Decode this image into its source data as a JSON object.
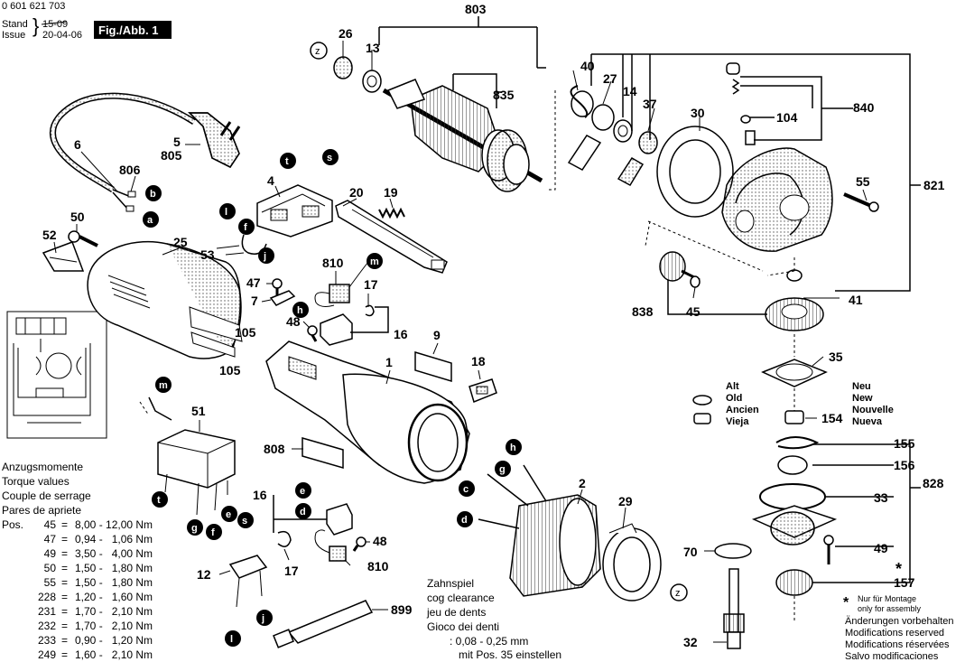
{
  "header": {
    "doc_number": "0 601 621 703",
    "stand_label": "Stand",
    "stand_date": "15-09",
    "issue_label": "Issue",
    "issue_date": "20-04-06",
    "figure_label": "Fig./Abb. 1"
  },
  "callouts": {
    "c803": "803",
    "c26": "26",
    "c13": "13",
    "c835": "835",
    "c40": "40",
    "c27": "27",
    "c14": "14",
    "c37": "37",
    "c30": "30",
    "c840": "840",
    "c104": "104",
    "c821": "821",
    "c55": "55",
    "c41": "41",
    "c838": "838",
    "c45": "45",
    "c35": "35",
    "c154": "154",
    "c155": "155",
    "c156": "156",
    "c828": "828",
    "c33": "33",
    "c49": "49",
    "c157": "157",
    "c70": "70",
    "c32": "32",
    "c6": "6",
    "c5": "5",
    "c805": "805",
    "c806": "806",
    "c50": "50",
    "c52": "52",
    "c25": "25",
    "c105a": "105",
    "c105b": "105",
    "c4": "4",
    "c20": "20",
    "c19": "19",
    "c53": "53",
    "c47": "47",
    "c7": "7",
    "c810a": "810",
    "c17a": "17",
    "c48a": "48",
    "c16a": "16",
    "c9": "9",
    "c1": "1",
    "c18": "18",
    "c51": "51",
    "c808": "808",
    "c16b": "16",
    "c17b": "17",
    "c48b": "48",
    "c810b": "810",
    "c12": "12",
    "c2": "2",
    "c29": "29",
    "c899": "899"
  },
  "letters": [
    "z",
    "b",
    "a",
    "t",
    "s",
    "l",
    "f",
    "j",
    "m",
    "h",
    "m",
    "e",
    "d",
    "t",
    "g",
    "f",
    "e",
    "s",
    "h",
    "g",
    "c",
    "d",
    "z",
    "j",
    "l"
  ],
  "legend_old_new": {
    "old": [
      "Alt",
      "Old",
      "Ancien",
      "Vieja"
    ],
    "new": [
      "Neu",
      "New",
      "Nouvelle",
      "Nueva"
    ]
  },
  "torque": {
    "title": [
      "Anzugsmomente",
      "Torque values",
      "Couple de serrage",
      "Pares de apriete"
    ],
    "prefix": "Pos.",
    "rows": [
      {
        "pos": "45",
        "eq": "=",
        "val": "8,00 - 12,00 Nm"
      },
      {
        "pos": "47",
        "eq": "=",
        "val": "0,94 -   1,06 Nm"
      },
      {
        "pos": "49",
        "eq": "=",
        "val": "3,50 -   4,00 Nm"
      },
      {
        "pos": "50",
        "eq": "=",
        "val": "1,50 -   1,80 Nm"
      },
      {
        "pos": "55",
        "eq": "=",
        "val": "1,50 -   1,80 Nm"
      },
      {
        "pos": "228",
        "eq": "=",
        "val": "1,20 -   1,60 Nm"
      },
      {
        "pos": "231",
        "eq": "=",
        "val": "1,70 -   2,10 Nm"
      },
      {
        "pos": "232",
        "eq": "=",
        "val": "1,70 -   2,10 Nm"
      },
      {
        "pos": "233",
        "eq": "=",
        "val": "0,90 -   1,20 Nm"
      },
      {
        "pos": "249",
        "eq": "=",
        "val": "1,60 -   2,10 Nm"
      }
    ]
  },
  "cog_note": {
    "lines": [
      "Zahnspiel",
      "cog clearance",
      "jeu de dents",
      "Gioco dei denti"
    ],
    "value": ": 0,08 - 0,25 mm",
    "instruction": "mit Pos. 35 einstellen"
  },
  "assembly_note": {
    "star": "*",
    "line1": "Nur für Montage",
    "line2": "only for assembly"
  },
  "rights": [
    "Änderungen vorbehalten",
    "Modifications reserved",
    "Modifications réservées",
    "Salvo modificaciones"
  ]
}
